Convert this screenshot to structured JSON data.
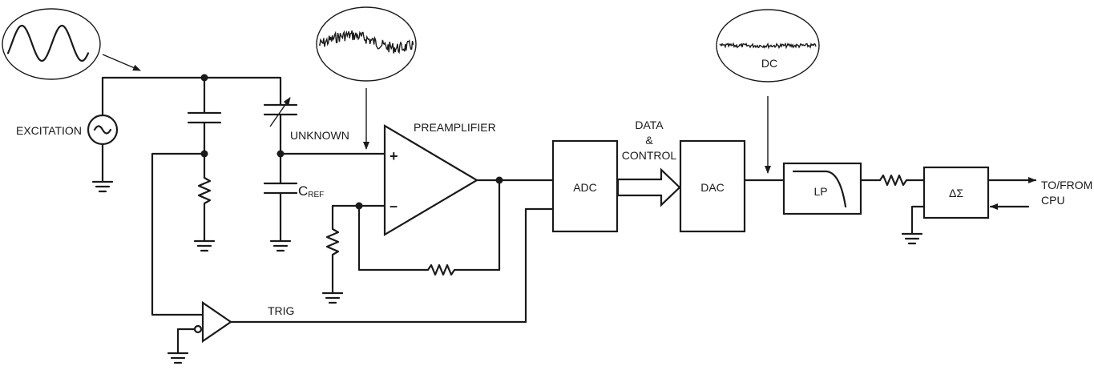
{
  "labels": {
    "excitation": "EXCITATION",
    "unknown": "UNKNOWN",
    "cref_main": "C",
    "cref_sub": "REF",
    "preamplifier": "PREAMPLIFIER",
    "plus": "+",
    "minus": "–",
    "adc": "ADC",
    "data": "DATA",
    "amp": "&",
    "control": "CONTROL",
    "dac": "DAC",
    "dc": "DC",
    "lp": "LP",
    "delta_sigma": "ΔΣ",
    "trig": "TRIG",
    "to_from": "TO/FROM",
    "cpu": "CPU"
  }
}
